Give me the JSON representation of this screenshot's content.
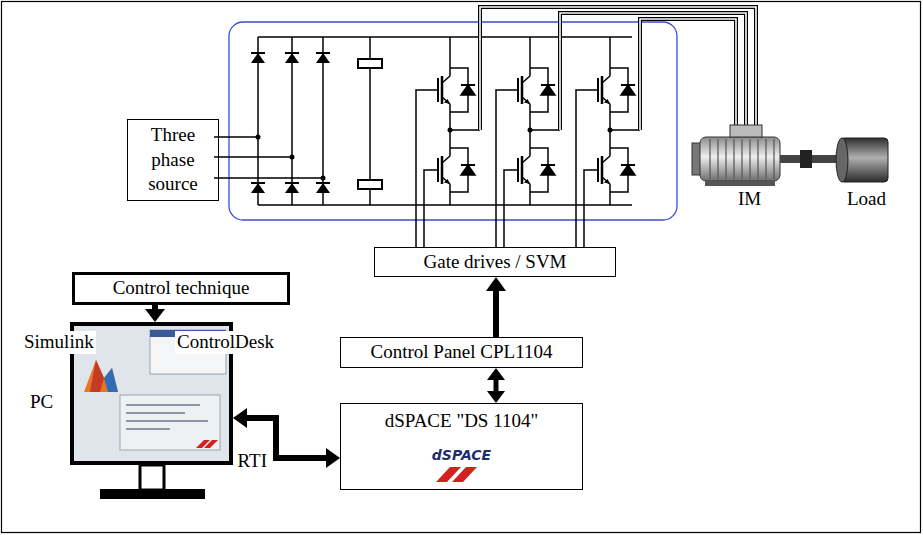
{
  "diagram": {
    "nodes": [
      {
        "text": [
          "Three phase source"
        ]
      },
      {
        "text": [
          "Gate drives / SVM"
        ]
      },
      {
        "text": [
          "Control Panel CPL1104"
        ]
      },
      {
        "text": [
          "dSPACE \"DS 1104\"",
          "dSPACE"
        ]
      },
      {
        "text": [
          "Control technique"
        ]
      },
      {
        "text": [
          "PC"
        ]
      }
    ],
    "edges": [
      {
        "from": 2,
        "to": 1,
        "arrow": "to"
      },
      {
        "from": 2,
        "to": 3,
        "arrow": "both"
      },
      {
        "from": 5,
        "to": 3,
        "label": "RTI",
        "arrow": "both"
      },
      {
        "from": 4,
        "to": 5,
        "arrow": "to"
      }
    ],
    "labels": [
      "Simulink",
      "ControlDesk",
      "IM",
      "Load"
    ]
  }
}
